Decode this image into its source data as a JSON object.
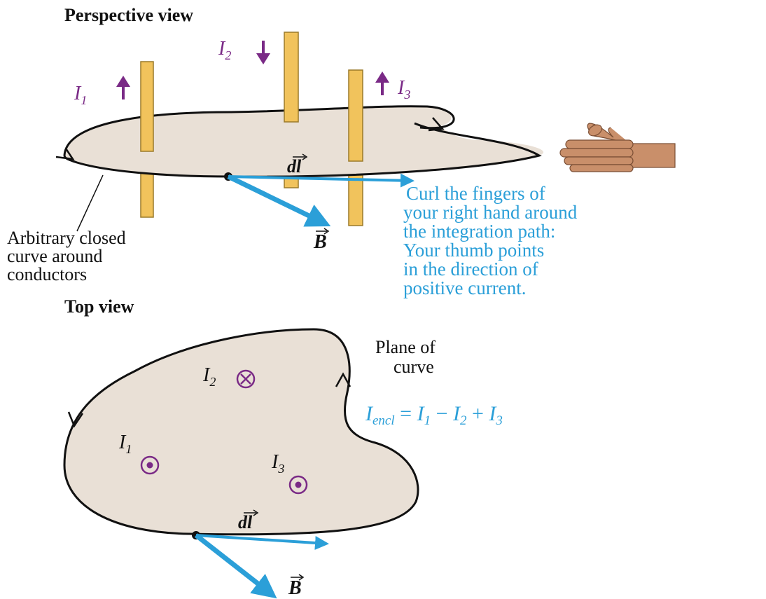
{
  "perspective": {
    "heading": "Perspective view",
    "currents": {
      "i1": {
        "symbol": "I",
        "sub": "1",
        "direction": "up"
      },
      "i2": {
        "symbol": "I",
        "sub": "2",
        "direction": "down"
      },
      "i3": {
        "symbol": "I",
        "sub": "3",
        "direction": "up"
      }
    },
    "dl_label": "dl",
    "b_label": "B",
    "curve_caption": [
      "Arbitrary closed",
      "curve around",
      "conductors"
    ],
    "instruction": [
      "Curl the fingers of",
      "your right hand around",
      "the integration path:",
      "Your thumb points",
      "in the direction of",
      "positive current."
    ]
  },
  "top": {
    "heading": "Top view",
    "plane_caption": [
      "Plane of",
      "curve"
    ],
    "currents": {
      "i1": {
        "symbol": "I",
        "sub": "1",
        "marker": "out-of-page"
      },
      "i2": {
        "symbol": "I",
        "sub": "2",
        "marker": "into-page"
      },
      "i3": {
        "symbol": "I",
        "sub": "3",
        "marker": "out-of-page"
      }
    },
    "equation": {
      "lhs_symbol": "I",
      "lhs_sub": "encl",
      "eq": "=",
      "t1_symbol": "I",
      "t1_sub": "1",
      "op1": "−",
      "t2_symbol": "I",
      "t2_sub": "2",
      "op2": "+",
      "t3_symbol": "I",
      "t3_sub": "3"
    },
    "dl_label": "dl",
    "b_label": "B"
  },
  "colors": {
    "surface": "#e9e0d6",
    "outline": "#111111",
    "rod": "#f1c35c",
    "rod_edge": "#9a7a2a",
    "arrow_purple": "#7a2a86",
    "vector_blue": "#2b9fd8",
    "hand_skin": "#c98f6a"
  },
  "icons": {
    "hand": "thumbs-up-right-hand-icon",
    "into_page": "circled-cross-icon",
    "out_of_page": "circled-dot-icon"
  }
}
